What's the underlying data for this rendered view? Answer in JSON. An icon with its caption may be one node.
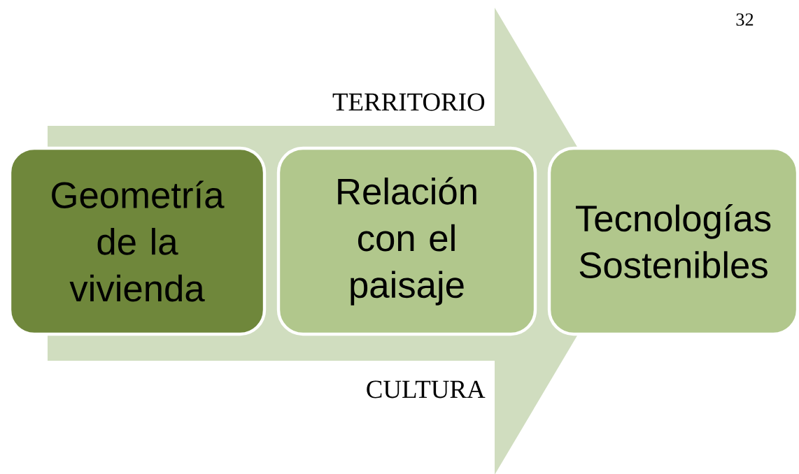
{
  "diagram": {
    "nodes": [
      {
        "text": [
          "Geometría de la vivienda"
        ]
      },
      {
        "text": [
          "Relación con el paisaje"
        ]
      },
      {
        "text": [
          "Tecnologías Sostenibles"
        ]
      }
    ],
    "edges": [
      {
        "from": 0,
        "to": 2,
        "arrow": "to"
      }
    ],
    "labels": [
      "32",
      "TERRITORIO",
      "CULTURA"
    ]
  }
}
